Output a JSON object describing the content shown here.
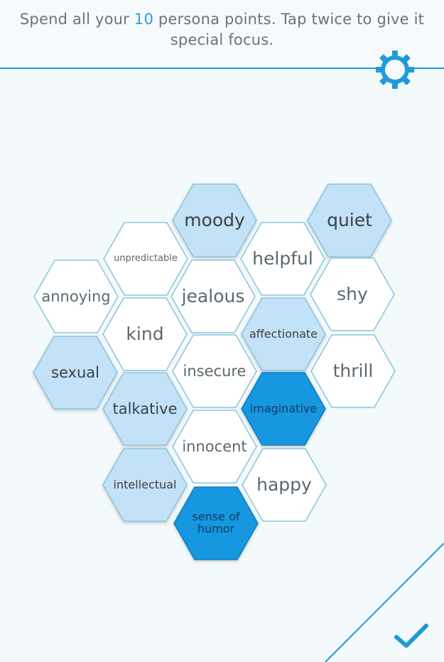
{
  "header": {
    "instruction_before": "Spend all your ",
    "points": "10",
    "instruction_after": " persona points. Tap twice to give it special focus."
  },
  "colors": {
    "accent": "#1e9bd8",
    "outline": "#8cc6dc",
    "selected": "#c3e2f7",
    "focused": "#1697e0",
    "unselected": "#ffffff",
    "text": "#5c6870"
  },
  "icons": {
    "settings": "gear-icon",
    "confirm": "checkmark-icon"
  },
  "traits": [
    {
      "label": "moody",
      "state": "selected",
      "size": "large"
    },
    {
      "label": "quiet",
      "state": "selected",
      "size": "large"
    },
    {
      "label": "unpredictable",
      "state": "unselected",
      "size": "tiny"
    },
    {
      "label": "helpful",
      "state": "unselected",
      "size": "large"
    },
    {
      "label": "annoying",
      "state": "unselected",
      "size": "medium"
    },
    {
      "label": "jealous",
      "state": "unselected",
      "size": "large"
    },
    {
      "label": "shy",
      "state": "unselected",
      "size": "large"
    },
    {
      "label": "kind",
      "state": "unselected",
      "size": "large"
    },
    {
      "label": "affectionate",
      "state": "selected",
      "size": "small"
    },
    {
      "label": "sexual",
      "state": "selected",
      "size": "medium"
    },
    {
      "label": "insecure",
      "state": "unselected",
      "size": "medium"
    },
    {
      "label": "thrill",
      "state": "unselected",
      "size": "large"
    },
    {
      "label": "talkative",
      "state": "selected",
      "size": "medium"
    },
    {
      "label": "imaginative",
      "state": "focused",
      "size": "small"
    },
    {
      "label": "innocent",
      "state": "unselected",
      "size": "medium"
    },
    {
      "label": "intellectual",
      "state": "selected",
      "size": "small"
    },
    {
      "label": "happy",
      "state": "unselected",
      "size": "large"
    },
    {
      "label": "sense of humor",
      "state": "focused",
      "size": "small"
    }
  ]
}
